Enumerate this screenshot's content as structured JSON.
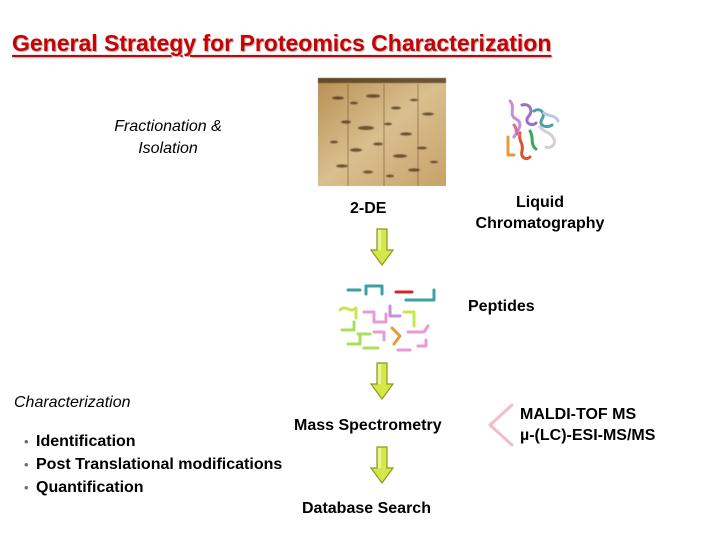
{
  "title": "General Strategy for Proteomics Characterization",
  "labels": {
    "fractionation_line1": "Fractionation &",
    "fractionation_line2": "Isolation",
    "two_de": "2-DE",
    "lc_line1": "Liquid",
    "lc_line2": "Chromatography",
    "peptides": "Peptides",
    "characterization": "Characterization",
    "mass_spec": "Mass Spectrometry",
    "database_search": "Database Search",
    "maldi": "MALDI-TOF MS",
    "esi": "µ-(LC)-ESI-MS/MS"
  },
  "characterization_items": [
    "Identification",
    "Post Translational modifications",
    "Quantification"
  ],
  "colors": {
    "title": "#cc0000",
    "arrow_fill": "#d4e84a",
    "arrow_stroke": "#8a9a1a",
    "bracket": "#f3bcc7",
    "gel_background": "#c9a46a"
  },
  "icons": {
    "gel": "2de-gel-image",
    "protein": "protein-structure-icon",
    "peptides": "peptide-fragments-icon",
    "arrow": "down-arrow-icon",
    "bracket": "angle-bracket-icon"
  }
}
